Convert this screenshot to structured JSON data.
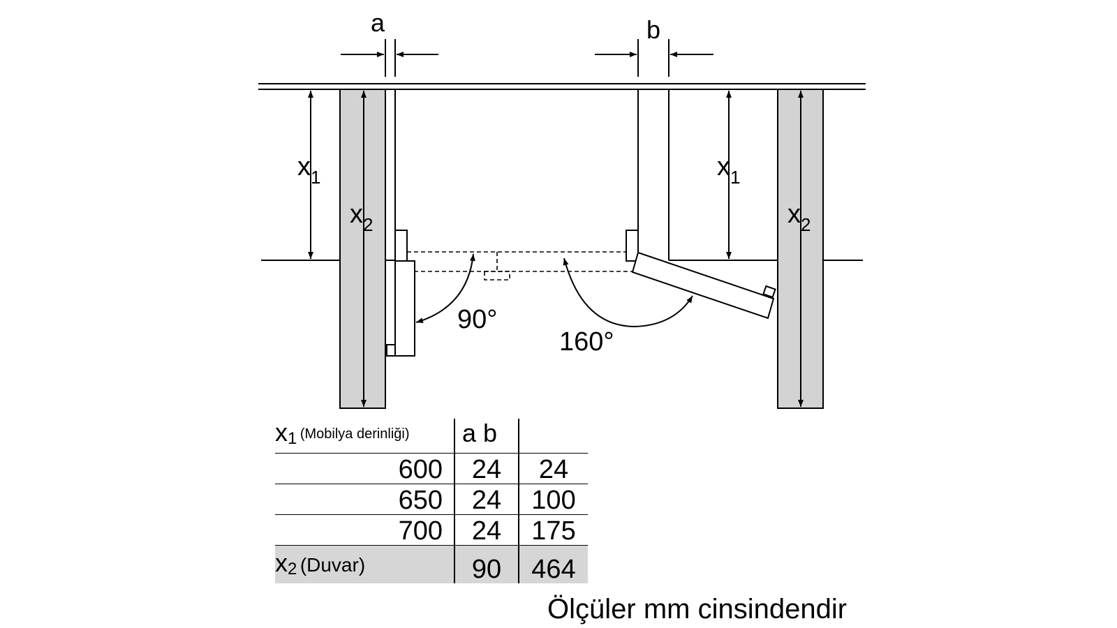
{
  "labels": {
    "gap_a": "a",
    "gap_b": "b",
    "x1_letter": "x",
    "x1_sub": "1",
    "x2_letter": "x",
    "x2_sub": "2",
    "angle_90": "90°",
    "angle_160": "160°"
  },
  "table": {
    "header": {
      "x_letter": "x",
      "x_sub": "1",
      "x_note": "(Mobilya derinliği)",
      "a_b": "a b"
    },
    "rows": [
      {
        "x1": "600",
        "a": "24",
        "b": "24"
      },
      {
        "x1": "650",
        "a": "24",
        "b": "100"
      },
      {
        "x1": "700",
        "a": "24",
        "b": "175"
      }
    ],
    "wall_row": {
      "x_letter": "x",
      "x_sub": "2",
      "note": "(Duvar)",
      "a": "90",
      "b": "464"
    }
  },
  "footnote": "Ölçüler mm cinsindendir",
  "colors": {
    "wall_fill": "#d3d3d3",
    "line": "#000000",
    "table_highlight": "#d6d6d6"
  }
}
